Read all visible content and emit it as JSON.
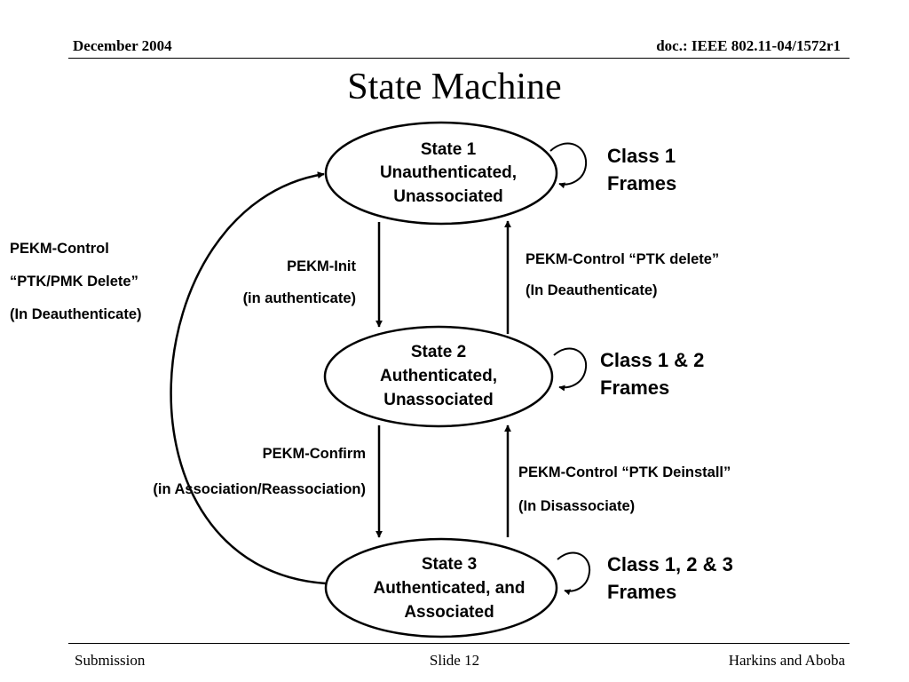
{
  "header": {
    "date": "December 2004",
    "doc_id": "doc.: IEEE 802.11-04/1572r1"
  },
  "title": "State Machine",
  "states": [
    {
      "lines": [
        "State 1",
        "Unauthenticated,",
        "Unassociated"
      ]
    },
    {
      "lines": [
        "State 2",
        "Authenticated,",
        "Unassociated"
      ]
    },
    {
      "lines": [
        "State 3",
        "Authenticated, and",
        "Associated"
      ]
    }
  ],
  "frame_classes": [
    {
      "lines": [
        "Class 1",
        "Frames"
      ]
    },
    {
      "lines": [
        "Class 1  & 2",
        "Frames"
      ]
    },
    {
      "lines": [
        "Class 1, 2 & 3",
        "Frames"
      ]
    }
  ],
  "transitions": {
    "s1_to_s2": [
      "PEKM-Init",
      "(in authenticate)"
    ],
    "s2_to_s1": [
      "PEKM-Control “PTK delete”",
      "(In Deauthenticate)"
    ],
    "s2_to_s3": [
      "PEKM-Confirm",
      "(in Association/Reassociation)"
    ],
    "s3_to_s2": [
      "PEKM-Control “PTK Deinstall”",
      "(In Disassociate)"
    ],
    "s3_to_s1": [
      "PEKM-Control",
      "“PTK/PMK Delete”",
      "(In Deauthenticate)"
    ]
  },
  "footer": {
    "left": "Submission",
    "center": "Slide 12",
    "right": "Harkins and Aboba"
  }
}
